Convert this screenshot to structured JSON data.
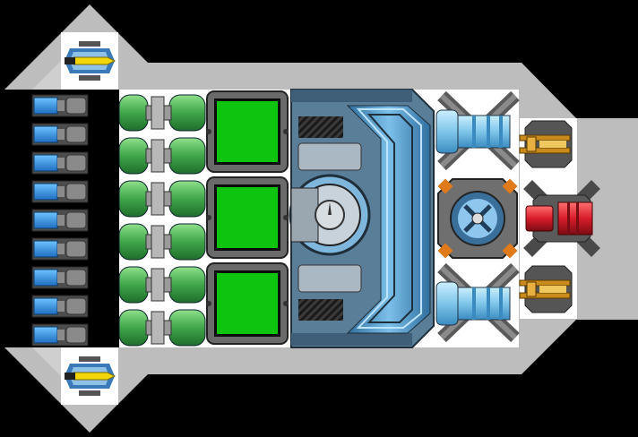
{
  "scene": {
    "kind": "ship-builder-layout",
    "colors": {
      "background": "#000000",
      "hull": "#bdbdbd",
      "hull_light": "#d8d8d8",
      "deck": "#ffffff",
      "battery_blue": "#2f8fdc",
      "tank_green": "#3fa64a",
      "screen_green": "#0ec40e",
      "reactor_blue": "#4a8ac0",
      "thruster_cyan": "#7fc6ea",
      "gyro_orange": "#e07a18",
      "laser_red": "#d81c2a",
      "gun_brass": "#c98b1c",
      "cannon_yellow": "#f2d60a"
    },
    "modules": [
      {
        "id": "cannon-top",
        "icon": "cannon-icon"
      },
      {
        "id": "cannon-bottom",
        "icon": "cannon-icon"
      },
      {
        "id": "battery-column",
        "icon": "battery-icon",
        "count": 9
      },
      {
        "id": "fuel-tanks",
        "icon": "fuel-tank-icon",
        "count": 6
      },
      {
        "id": "control-screens",
        "icon": "screen-icon",
        "count": 3
      },
      {
        "id": "reactor",
        "icon": "reactor-icon"
      },
      {
        "id": "thrusters",
        "icon": "thruster-icon",
        "count": 2
      },
      {
        "id": "gyroscope",
        "icon": "gyroscope-icon"
      },
      {
        "id": "laser-turret",
        "icon": "laser-turret-icon"
      },
      {
        "id": "side-guns",
        "icon": "gun-icon",
        "count": 2
      }
    ]
  }
}
